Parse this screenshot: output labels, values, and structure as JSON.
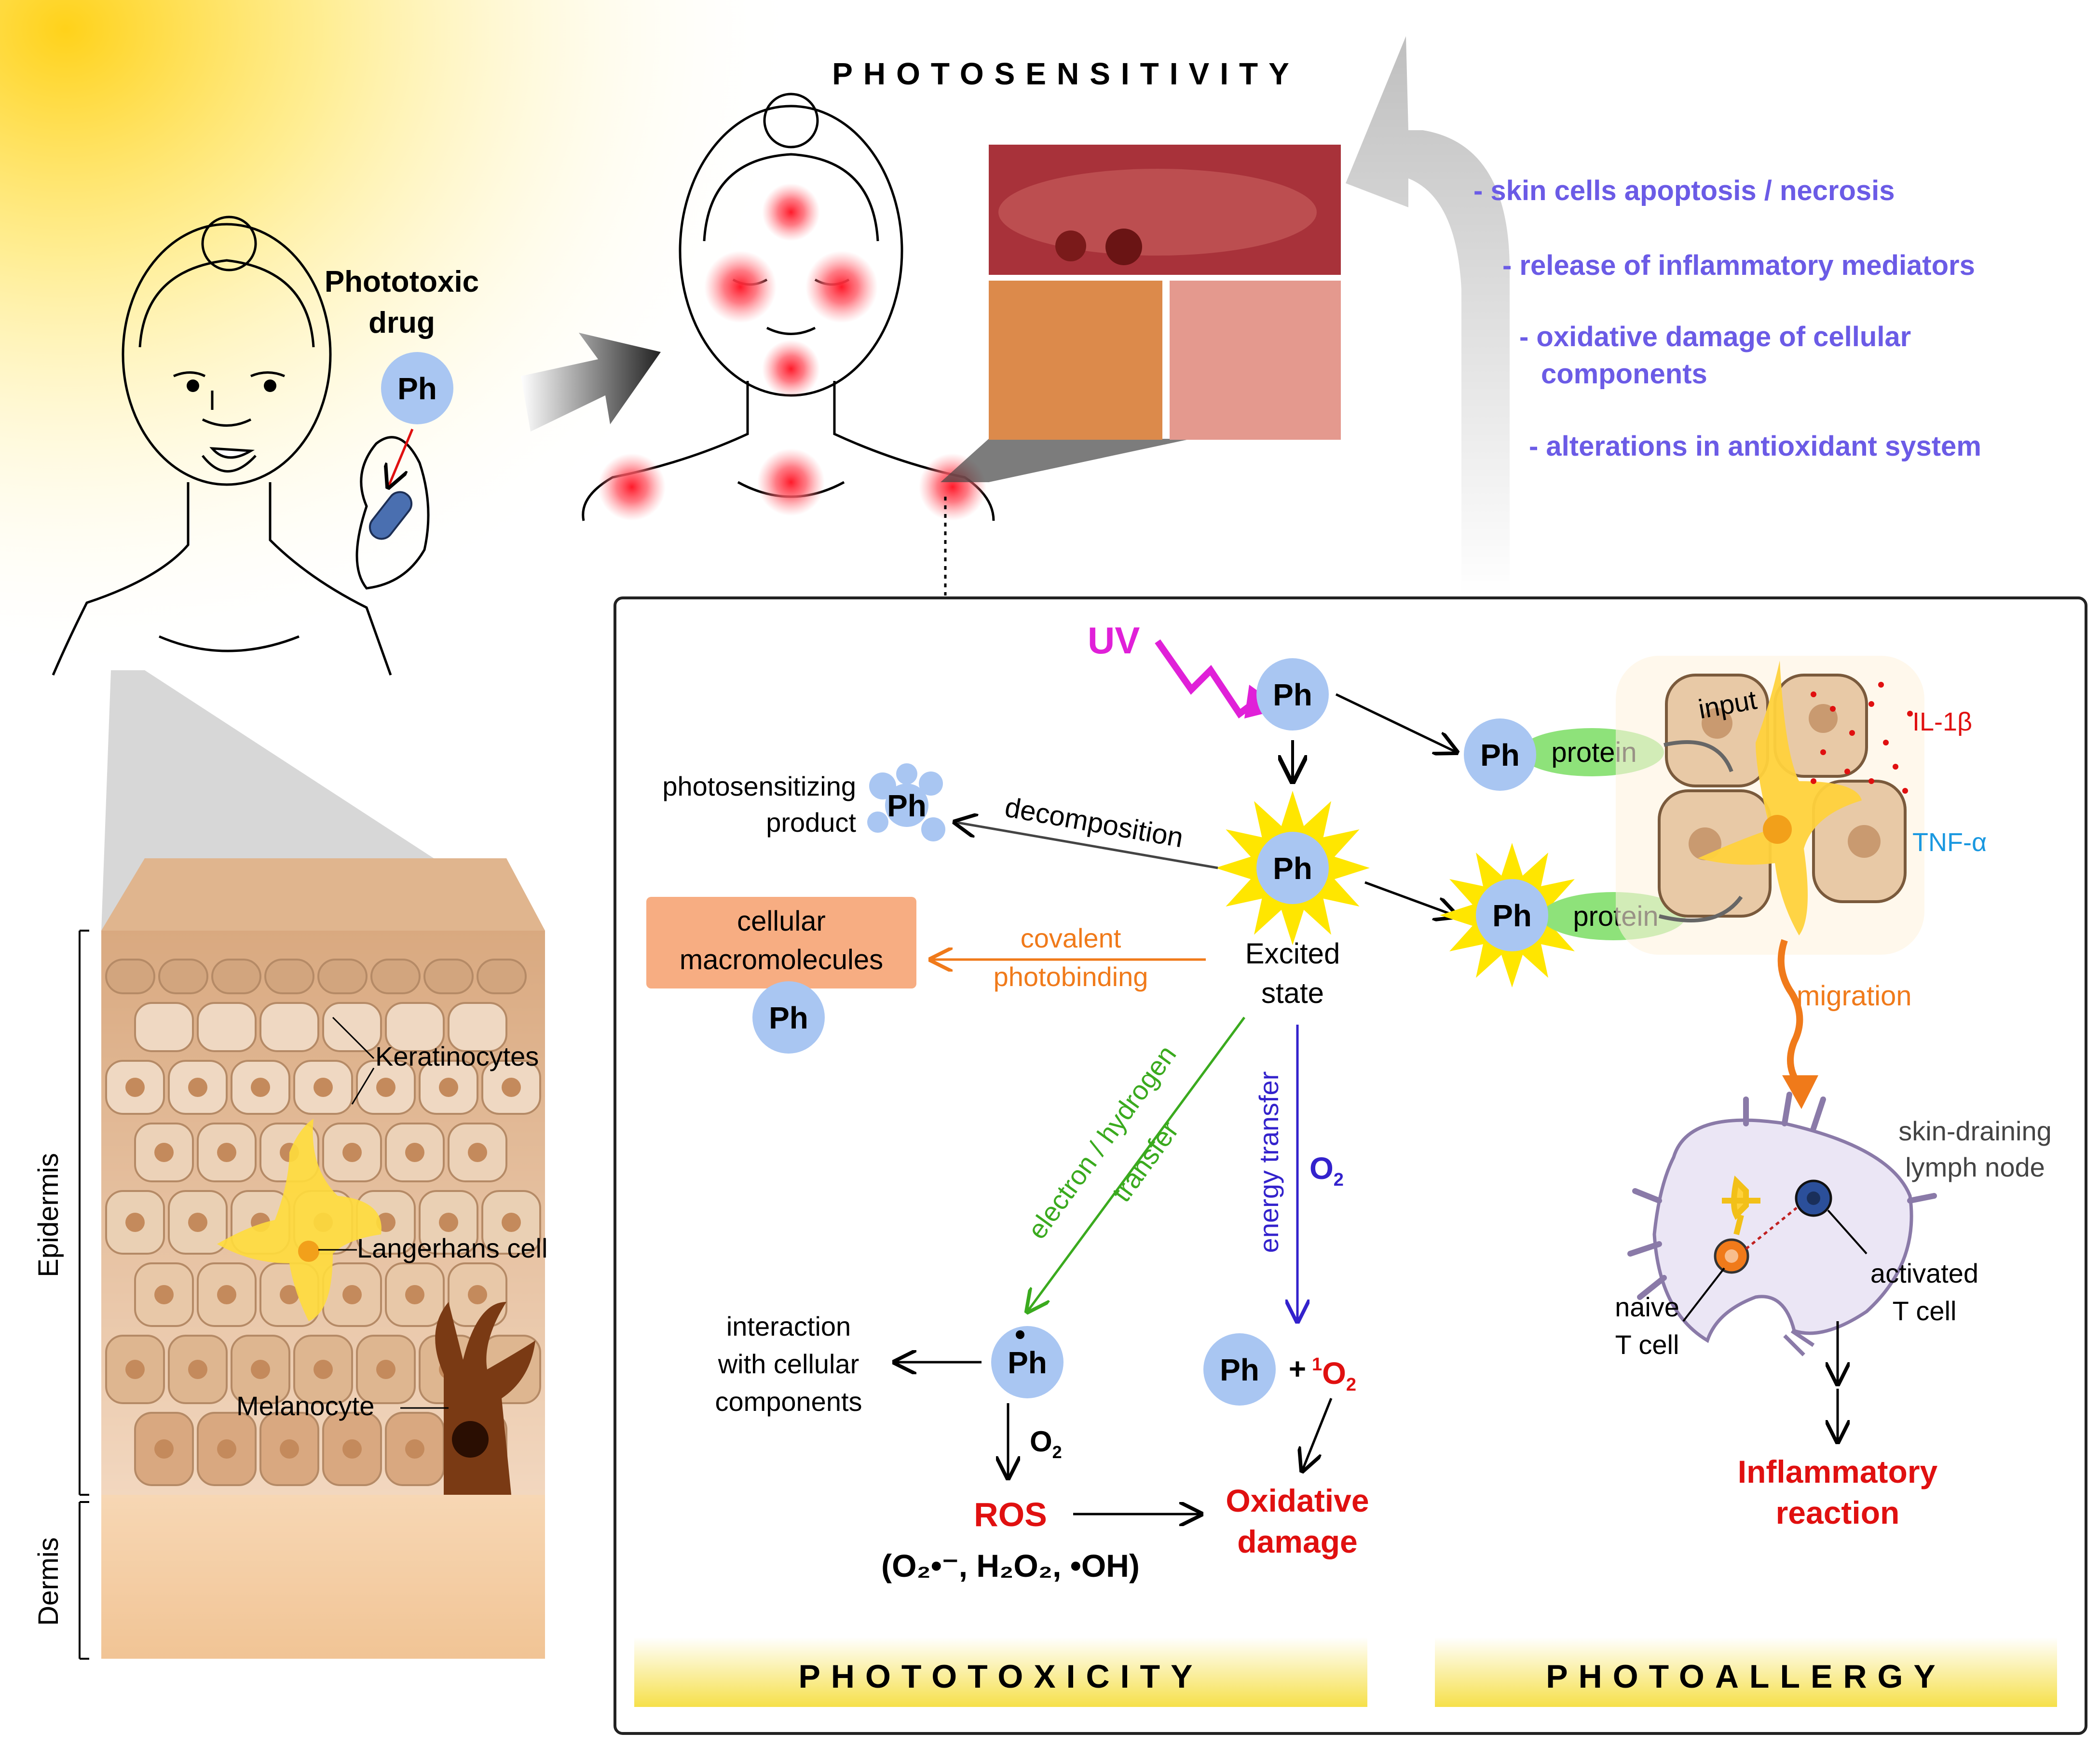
{
  "title": "PHOTOSENSITIVITY",
  "drug": {
    "label_line1": "Phototoxic",
    "label_line2": "drug",
    "symbol": "Ph"
  },
  "effects": [
    "- skin cells apoptosis / necrosis",
    "- release of inflammatory mediators",
    "- oxidative damage of cellular",
    "components",
    "- alterations in antioxidant system"
  ],
  "skin": {
    "epidermis": "Epidermis",
    "dermis": "Dermis",
    "keratinocytes": "Keratinocytes",
    "langerhans": "Langerhans cell",
    "melanocyte": "Melanocyte"
  },
  "mechanism": {
    "uv": "UV",
    "ph": "Ph",
    "excited_line1": "Excited",
    "excited_line2": "state",
    "photoproduct_line1": "photosensitizing",
    "photoproduct_line2": "product",
    "decomposition": "decomposition",
    "macro_line1": "cellular",
    "macro_line2": "macromolecules",
    "covalent_line1": "covalent",
    "covalent_line2": "photobinding",
    "electron_line1": "electron / hydrogen",
    "electron_line2": "transfer",
    "energy_transfer": "energy transfer",
    "o2": "O",
    "o2_sub": "2",
    "interaction_line1": "interaction",
    "interaction_line2": "with cellular",
    "interaction_line3": "components",
    "ros": "ROS",
    "ros_species": "(O₂•⁻, H₂O₂, •OH)",
    "singlet_plus": "+",
    "singlet_sup": "1",
    "oxidative_line1": "Oxidative",
    "oxidative_line2": "damage",
    "protein": "protein",
    "input": "input",
    "il1b": "IL-1β",
    "tnfa": "TNF-α",
    "migration": "migration",
    "lymph_line1": "skin-draining",
    "lymph_line2": "lymph node",
    "naive_line1": "naive",
    "naive_line2": "T cell",
    "activated_line1": "activated",
    "activated_line2": "T cell",
    "inflam_line1": "Inflammatory",
    "inflam_line2": "reaction"
  },
  "banners": {
    "phototoxicity": "PHOTOTOXICITY",
    "photoallergy": "PHOTOALLERGY"
  },
  "colors": {
    "ph_fill": "#a9c6f2",
    "effects_text": "#6b5be6",
    "uv": "#e020d8",
    "orange": "#f07a1a",
    "green": "#3aaa1e",
    "blue": "#3322cc",
    "red": "#e01010",
    "cyan": "#1a98e0",
    "protein": "#8ee27a",
    "banner": "#f6e04a"
  },
  "icons": [
    "sun-icon",
    "woman-face-icon",
    "pill-icon",
    "arrow-right-icon",
    "skin-photo-icon",
    "skin-layers-icon",
    "lymph-node-icon",
    "dendritic-cell-icon"
  ]
}
